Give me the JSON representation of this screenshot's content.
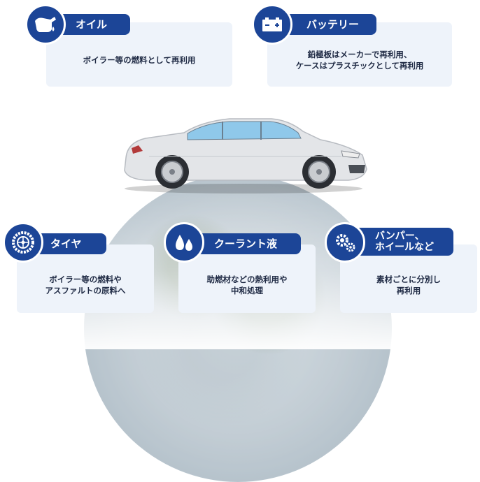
{
  "categories": [
    {
      "id": "oil",
      "title": "オイル",
      "desc": "ボイラー等の燃料として再利用",
      "icon": "fuel-pump-icon"
    },
    {
      "id": "battery",
      "title": "バッテリー",
      "desc": "鉛極板はメーカーで再利用、\nケースはプラスチックとして再利用",
      "icon": "battery-icon"
    },
    {
      "id": "tire",
      "title": "タイヤ",
      "desc": "ボイラー等の燃料や\nアスファルトの原料へ",
      "icon": "tire-icon"
    },
    {
      "id": "coolant",
      "title": "クーラント液",
      "desc": "助燃材などの熱利用や\n中和処理",
      "icon": "water-drops-icon"
    },
    {
      "id": "bumper",
      "title": "バンパー、\nホイールなど",
      "desc": "素材ごとに分別し\n再利用",
      "icon": "gears-icon"
    }
  ],
  "colors": {
    "accent": "#1c4597",
    "card": "#eef3fa"
  }
}
